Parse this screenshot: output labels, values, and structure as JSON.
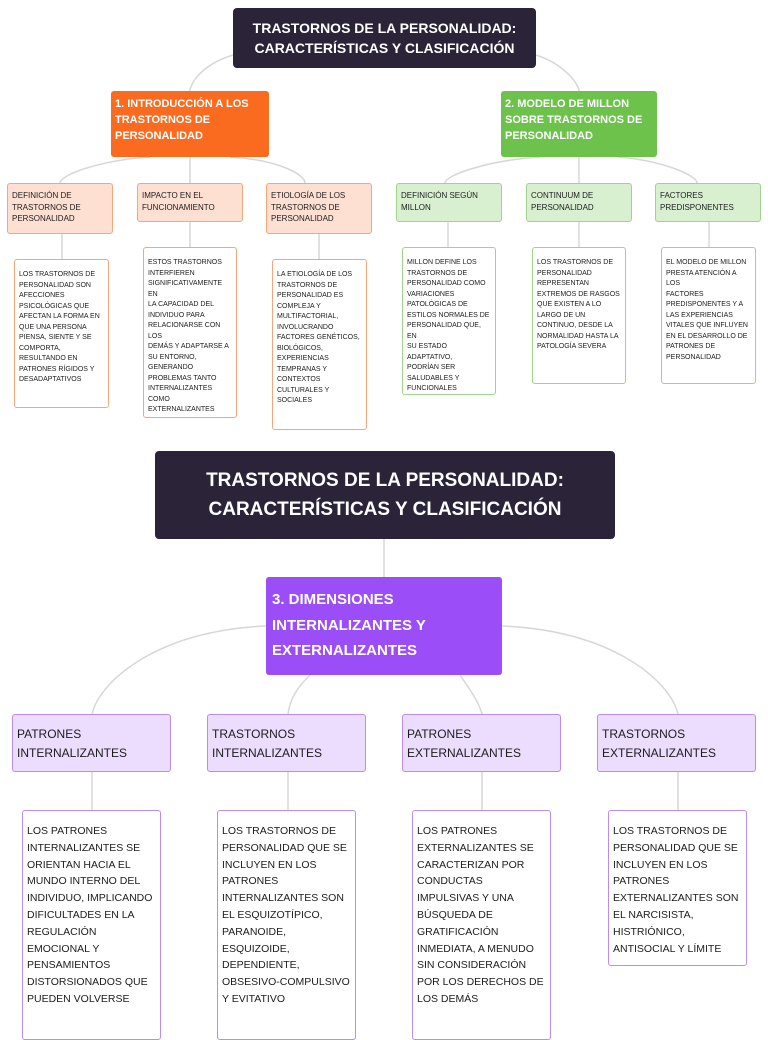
{
  "top": {
    "title": "TRASTORNOS DE LA PERSONALIDAD:\nCARACTERÍSTICAS Y CLASIFICACIÓN",
    "branch1": {
      "label": "1. INTRODUCCIÓN A LOS\nTRASTORNOS DE\nPERSONALIDAD",
      "children": [
        {
          "label": "DEFINICIÓN DE\nTRASTORNOS DE\nPERSONALIDAD",
          "detail": "LOS TRASTORNOS DE\nPERSONALIDAD SON\nAFECCIONES\nPSICOLÓGICAS QUE\nAFECTAN LA FORMA EN\nQUE UNA PERSONA\nPIENSA, SIENTE Y SE\nCOMPORTA,\nRESULTANDO EN\nPATRONES RÍGIDOS Y\nDESADAPTATIVOS"
        },
        {
          "label": "IMPACTO EN EL\nFUNCIONAMIENTO",
          "detail": "ESTOS TRASTORNOS\nINTERFIEREN\nSIGNIFICATIVAMENTE EN\nLA CAPACIDAD DEL\nINDIVIDUO PARA\nRELACIONARSE CON LOS\nDEMÁS Y ADAPTARSE A\nSU ENTORNO,\nGENERANDO\nPROBLEMAS TANTO\nINTERNALIZANTES\nCOMO\nEXTERNALIZANTES"
        },
        {
          "label": "ETIOLOGÍA DE LOS\nTRASTORNOS DE\nPERSONALIDAD",
          "detail": "LA ETIOLOGÍA DE LOS\nTRASTORNOS DE\nPERSONALIDAD ES\nCOMPLEJA Y\nMULTIFACTORIAL,\nINVOLUCRANDO\nFACTORES GENÉTICOS,\nBIOLÓGICOS,\nEXPERIENCIAS\nTEMPRANAS Y\nCONTEXTOS\nCULTURALES Y SOCIALES"
        }
      ]
    },
    "branch2": {
      "label": "2. MODELO DE MILLON\nSOBRE TRASTORNOS DE\nPERSONALIDAD",
      "children": [
        {
          "label": "DEFINICIÓN SEGÚN\nMILLON",
          "detail": "MILLON DEFINE LOS\nTRASTORNOS DE\nPERSONALIDAD COMO\nVARIACIONES\nPATOLÓGICAS DE\nESTILOS NORMALES DE\nPERSONALIDAD QUE, EN\nSU ESTADO ADAPTATIVO,\nPODRÍAN SER\nSALUDABLES Y\nFUNCIONALES"
        },
        {
          "label": "CONTINUUM DE\nPERSONALIDAD",
          "detail": "LOS TRASTORNOS DE\nPERSONALIDAD\nREPRESENTAN\nEXTREMOS DE RASGOS\nQUE EXISTEN A LO\nLARGO DE UN\nCONTINUO, DESDE LA\nNORMALIDAD HASTA LA\nPATOLOGÍA SEVERA"
        },
        {
          "label": "FACTORES\nPREDISPONENTES",
          "detail": "EL MODELO DE MILLON\nPRESTA ATENCIÓN A LOS\nFACTORES\nPREDISPONENTES Y A\nLAS EXPERIENCIAS\nVITALES QUE INFLUYEN\nEN EL DESARROLLO DE\nPATRONES DE\nPERSONALIDAD"
        }
      ]
    }
  },
  "bottom": {
    "title": "TRASTORNOS DE LA PERSONALIDAD:\nCARACTERÍSTICAS Y CLASIFICACIÓN",
    "branch3": {
      "label": "3. DIMENSIONES\nINTERNALIZANTES Y\nEXTERNALIZANTES",
      "children": [
        {
          "label": "PATRONES\nINTERNALIZANTES",
          "detail": "LOS PATRONES\nINTERNALIZANTES SE\nORIENTAN HACIA EL\nMUNDO INTERNO DEL\nINDIVIDUO, IMPLICANDO\nDIFICULTADES EN LA\nREGULACIÓN\nEMOCIONAL Y\nPENSAMIENTOS\nDISTORSIONADOS QUE\nPUEDEN VOLVERSE"
        },
        {
          "label": "TRASTORNOS\nINTERNALIZANTES",
          "detail": "LOS TRASTORNOS DE\nPERSONALIDAD QUE SE\nINCLUYEN EN LOS\nPATRONES\nINTERNALIZANTES SON\nEL ESQUIZOTÍPICO,\nPARANOIDE,\nESQUIZOIDE,\nDEPENDIENTE,\nOBSESIVO-COMPULSIVO\nY EVITATIVO"
        },
        {
          "label": "PATRONES\nEXTERNALIZANTES",
          "detail": "LOS PATRONES\nEXTERNALIZANTES SE\nCARACTERIZAN POR\nCONDUCTAS\nIMPULSIVAS Y UNA\nBÚSQUEDA DE\nGRATIFICACIÓN\nINMEDIATA, A MENUDO\nSIN CONSIDERACIÓN\nPOR LOS DERECHOS DE\nLOS DEMÁS"
        },
        {
          "label": "TRASTORNOS\nEXTERNALIZANTES",
          "detail": "LOS TRASTORNOS DE\nPERSONALIDAD QUE SE\nINCLUYEN EN LOS\nPATRONES\nEXTERNALIZANTES SON\nEL NARCISISTA,\nHISTRIÓNICO,\nANTISOCIAL Y LÍMITE"
        }
      ]
    }
  },
  "colors": {
    "title_bg": "#2b2438",
    "branch1": "#fa6a1f",
    "branch2": "#6cc24a",
    "branch3": "#9b4ef7",
    "connector": "#d7d7d7"
  }
}
